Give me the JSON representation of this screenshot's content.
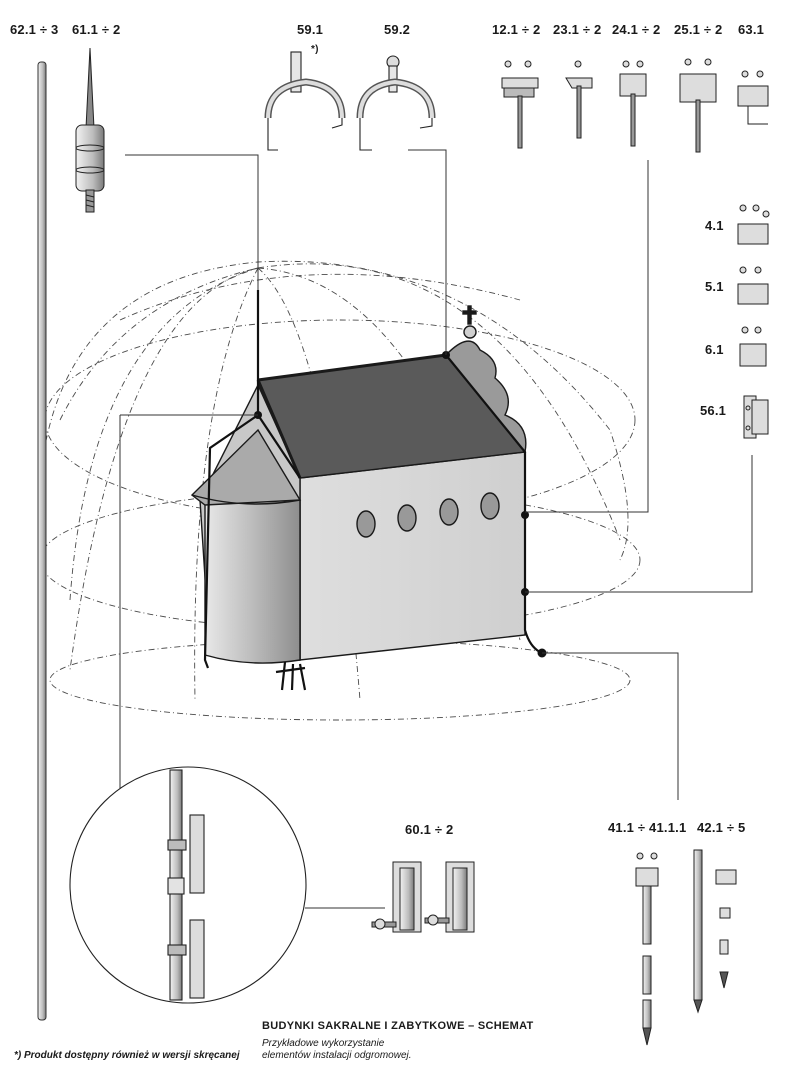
{
  "labels": {
    "mast_62": "62.1 ÷ 3",
    "rod_61": "61.1 ÷ 2",
    "clamp_59_1": "59.1",
    "clamp_59_1_mark": "*)",
    "clamp_59_2": "59.2",
    "holder_12": "12.1 ÷ 2",
    "holder_23": "23.1 ÷ 2",
    "holder_24": "24.1 ÷ 2",
    "holder_25": "25.1 ÷ 2",
    "holder_63": "63.1",
    "connector_4": "4.1",
    "connector_5": "5.1",
    "connector_6": "6.1",
    "connector_56": "56.1",
    "support_60": "60.1 ÷ 2",
    "earth_41": "41.1 ÷ 41.1.1",
    "earth_42": "42.1 ÷ 5"
  },
  "footer": {
    "title": "BUDYNKI SAKRALNE I ZABYTKOWE – SCHEMAT",
    "subtitle_line1": "Przykładowe wykorzystanie",
    "subtitle_line2": "elementów instalacji odgromowej.",
    "note": "*) Produkt dostępny również w wersji skręcanej"
  },
  "colors": {
    "ink": "#1a1a1a",
    "roof": "#555555",
    "wall": "#d2d2d2",
    "tower": "#bdbdbd",
    "shadow": "#8a8a8a",
    "dome_line": "#444444"
  }
}
